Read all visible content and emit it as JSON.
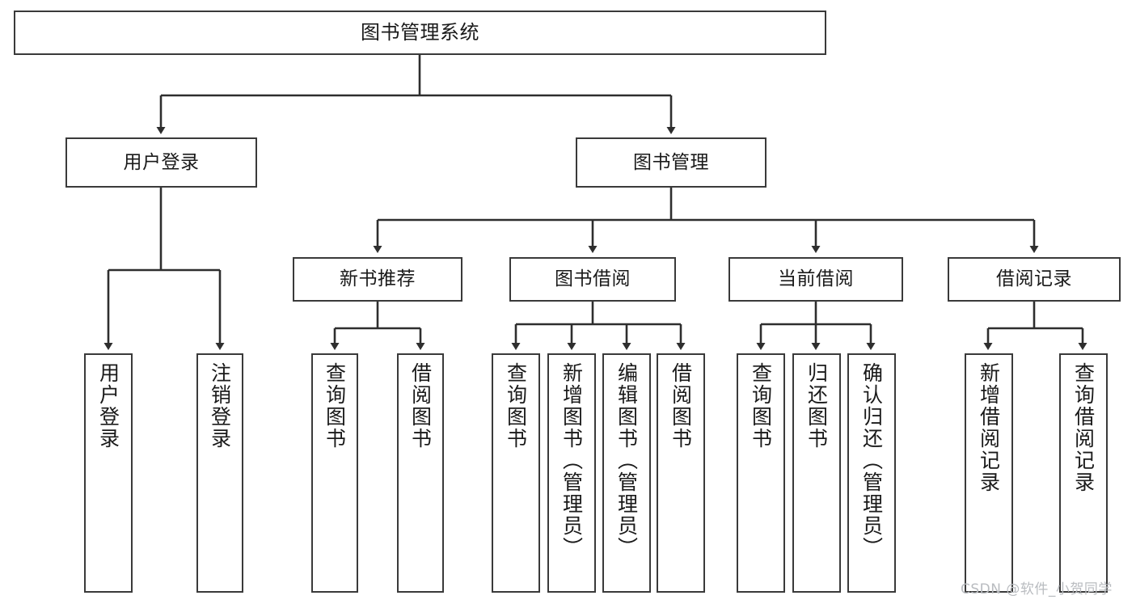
{
  "diagram": {
    "type": "tree-hierarchy-flowchart",
    "root": {
      "id": "root",
      "label": "图书管理系统"
    },
    "level2": [
      {
        "id": "user-login",
        "label": "用户登录"
      },
      {
        "id": "book-management",
        "label": "图书管理"
      }
    ],
    "level3": [
      {
        "id": "new-book-recommend",
        "label": "新书推荐",
        "parent": "book-management"
      },
      {
        "id": "book-borrow",
        "label": "图书借阅",
        "parent": "book-management"
      },
      {
        "id": "current-borrow",
        "label": "当前借阅",
        "parent": "book-management"
      },
      {
        "id": "borrow-record",
        "label": "借阅记录",
        "parent": "book-management"
      }
    ],
    "leaves": [
      {
        "id": "leaf-user-login",
        "label": "用户登录",
        "parent": "user-login"
      },
      {
        "id": "leaf-logout-login",
        "label": "注销登录",
        "parent": "user-login"
      },
      {
        "id": "leaf-query-book-1",
        "label": "查询图书",
        "parent": "new-book-recommend"
      },
      {
        "id": "leaf-borrow-book-1",
        "label": "借阅图书",
        "parent": "new-book-recommend"
      },
      {
        "id": "leaf-query-book-2",
        "label": "查询图书",
        "parent": "book-borrow"
      },
      {
        "id": "leaf-add-book",
        "label": "新增图书（管理员）",
        "parent": "book-borrow"
      },
      {
        "id": "leaf-edit-book",
        "label": "编辑图书（管理员）",
        "parent": "book-borrow"
      },
      {
        "id": "leaf-borrow-book-2",
        "label": "借阅图书",
        "parent": "book-borrow"
      },
      {
        "id": "leaf-query-book-3",
        "label": "查询图书",
        "parent": "current-borrow"
      },
      {
        "id": "leaf-return-book",
        "label": "归还图书",
        "parent": "current-borrow"
      },
      {
        "id": "leaf-confirm-return",
        "label": "确认归还（管理员）",
        "parent": "current-borrow"
      },
      {
        "id": "leaf-add-record",
        "label": "新增借阅记录",
        "parent": "borrow-record"
      },
      {
        "id": "leaf-query-record",
        "label": "查询借阅记录",
        "parent": "borrow-record"
      }
    ],
    "watermark": "CSDN @软件_小贺同学",
    "colors": {
      "stroke": "#3a3a3a",
      "background": "#ffffff",
      "text": "#1a1a1a",
      "watermark": "#b9bcc0"
    }
  }
}
